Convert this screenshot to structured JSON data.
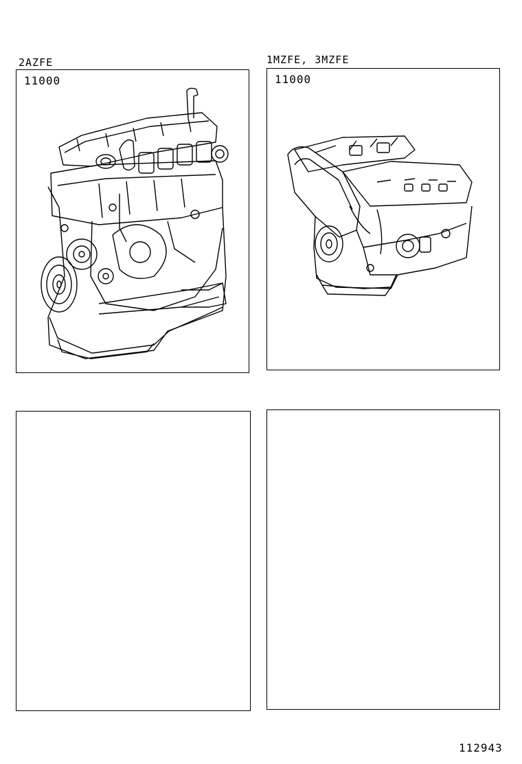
{
  "panels": [
    {
      "model_label": "2AZFE",
      "part_code": "11000",
      "illustration_icon": "inline-4-engine-icon"
    },
    {
      "model_label": "1MZFE, 3MZFE",
      "part_code": "11000",
      "illustration_icon": "v6-engine-icon"
    },
    {
      "model_label": "",
      "part_code": ""
    },
    {
      "model_label": "",
      "part_code": ""
    }
  ],
  "figure_number": "112943"
}
